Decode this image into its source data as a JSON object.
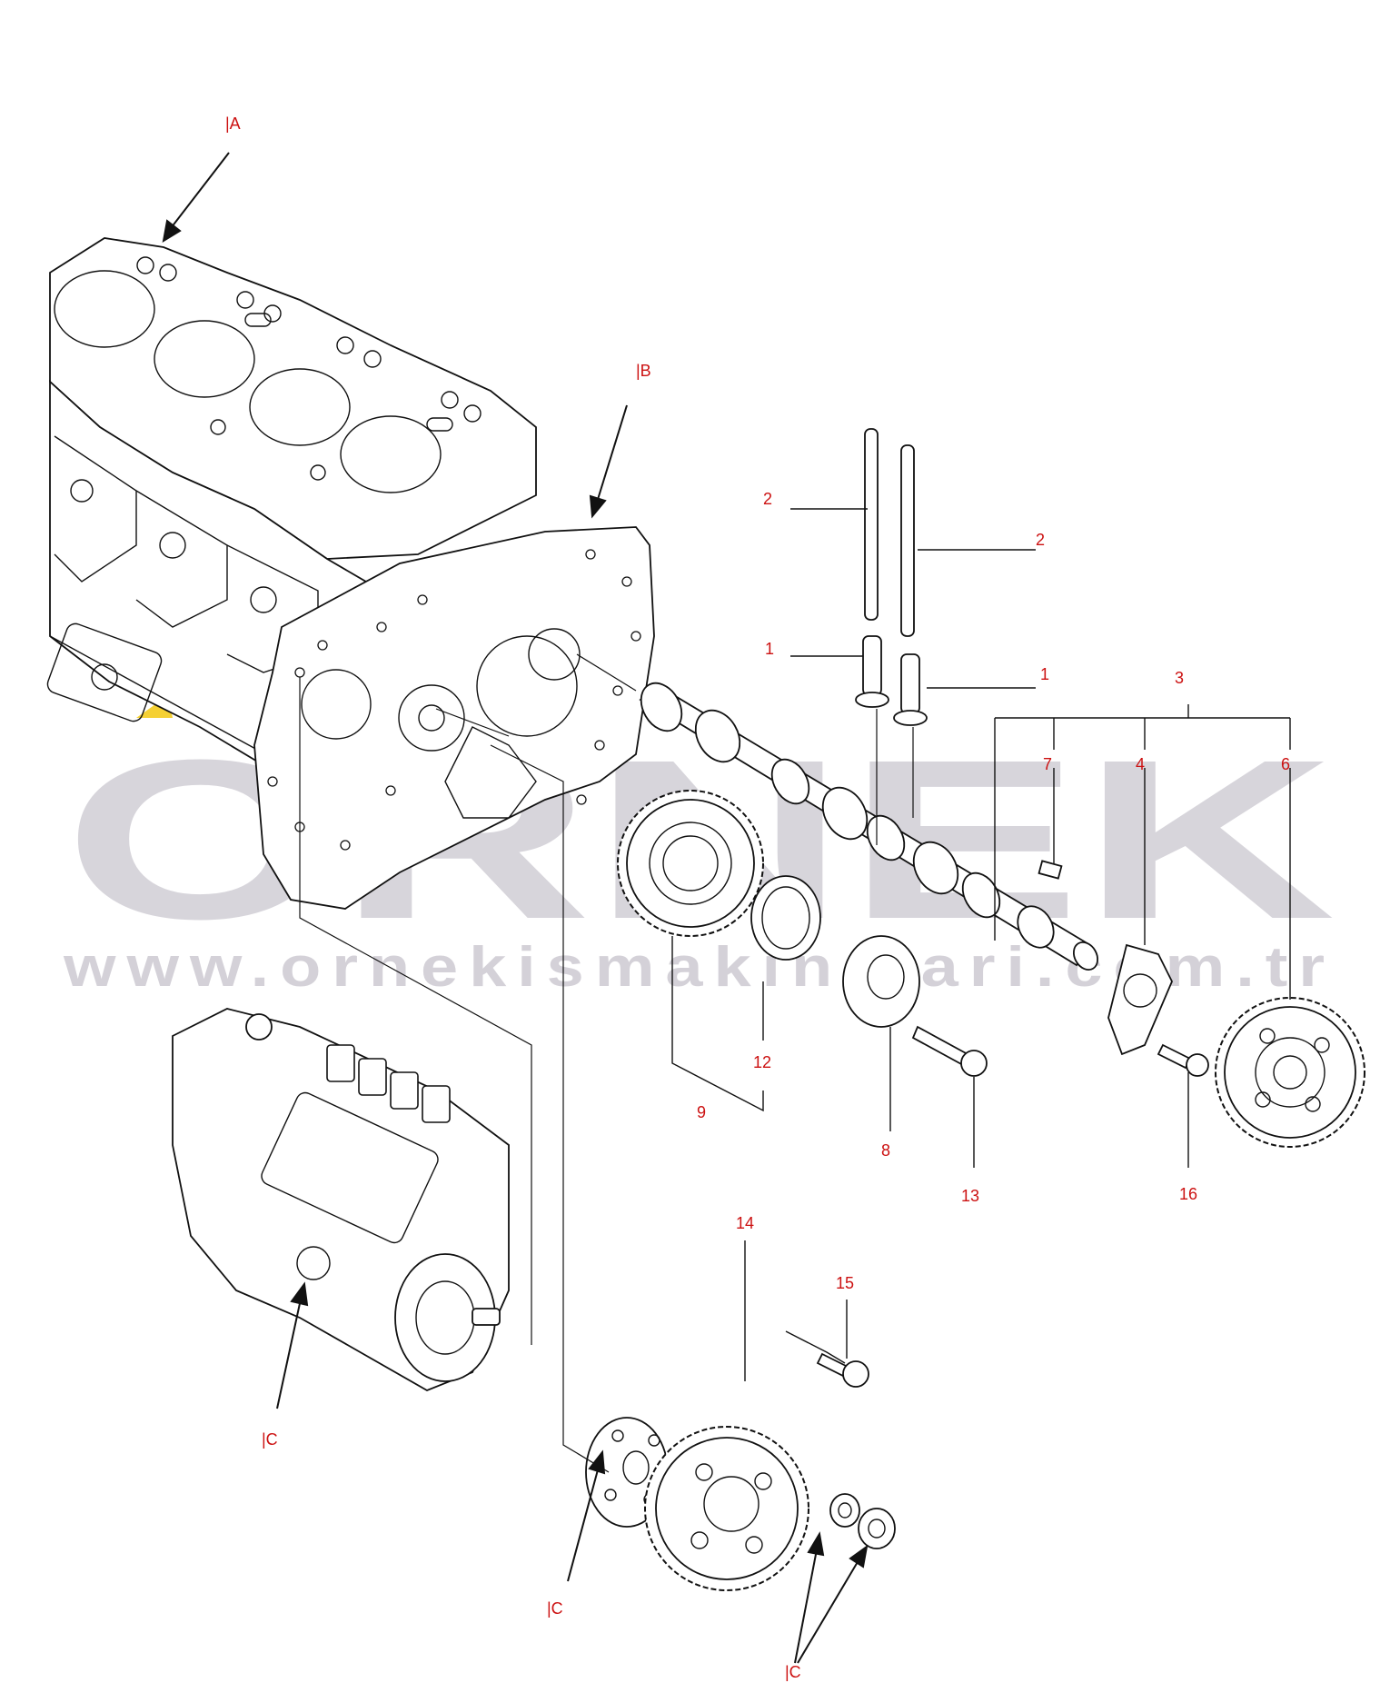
{
  "watermark": {
    "brand": "ORNEK",
    "url": "www.ornekismakinalari.com.tr",
    "accent_color": "#f2c400"
  },
  "colors": {
    "callout": "#cc1111",
    "line": "#111111",
    "watermark": "#b8b4bf"
  },
  "references": {
    "block": "|A",
    "plate": "|B",
    "pump": "|C",
    "pump_flange": "|C",
    "nut_washer": "|C"
  },
  "parts": {
    "p1_left": "1",
    "p1_right": "1",
    "p2_left": "2",
    "p2_right": "2",
    "p3": "3",
    "p4": "4",
    "p6": "6",
    "p7": "7",
    "p8": "8",
    "p9": "9",
    "p12": "12",
    "p13": "13",
    "p14": "14",
    "p15": "15",
    "p16": "16"
  }
}
